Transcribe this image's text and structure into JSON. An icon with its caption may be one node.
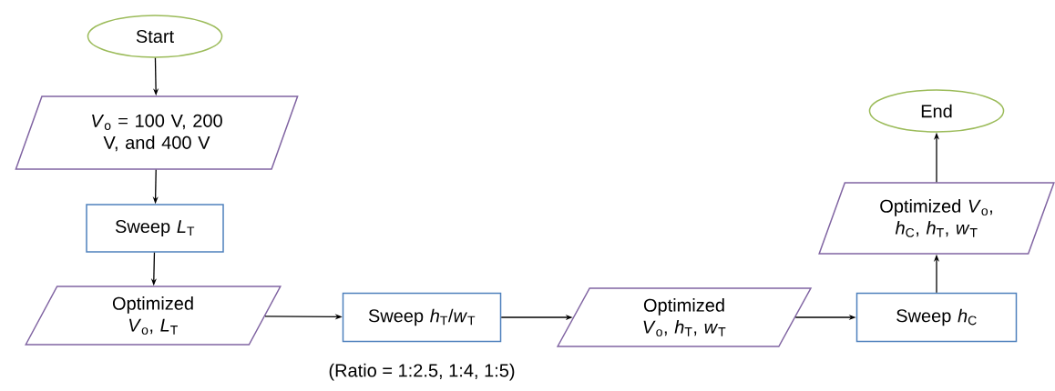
{
  "diagram": {
    "nodes": [
      {
        "text": [
          "Start"
        ]
      },
      {
        "text": [
          "*V*$_{o}$ = 100 V, 200 V, and 400 V"
        ]
      },
      {
        "text": [
          "Sweep *L*$_{T}$"
        ]
      },
      {
        "text": [
          "Optimized *V*$_{o}$, *L*$_{T}$"
        ]
      },
      {
        "text": [
          "Sweep *h*$_{T}$/*w*$_{T}$"
        ],
        "beside": [
          "(Ratio = 1:2.5, 1:4, 1:5)"
        ]
      },
      {
        "text": [
          "Optimized *V*$_{o}$, *h*$_{T}$, *w*$_{T}$"
        ]
      },
      {
        "text": [
          "Sweep *h*$_{C}$"
        ]
      },
      {
        "text": [
          "Optimized *V*$_{o}$, *h*$_{C}$, *h*$_{T}$, *w*$_{T}$"
        ]
      },
      {
        "text": [
          "End"
        ]
      }
    ],
    "edges": [
      {
        "from": 0,
        "to": 1,
        "arrow": "to"
      },
      {
        "from": 1,
        "to": 2,
        "arrow": "to"
      },
      {
        "from": 2,
        "to": 3,
        "arrow": "to"
      },
      {
        "from": 3,
        "to": 4,
        "arrow": "to"
      },
      {
        "from": 4,
        "to": 5,
        "arrow": "to"
      },
      {
        "from": 5,
        "to": 6,
        "arrow": "to"
      },
      {
        "from": 6,
        "to": 7,
        "arrow": "to"
      },
      {
        "from": 7,
        "to": 8,
        "arrow": "to"
      }
    ]
  }
}
